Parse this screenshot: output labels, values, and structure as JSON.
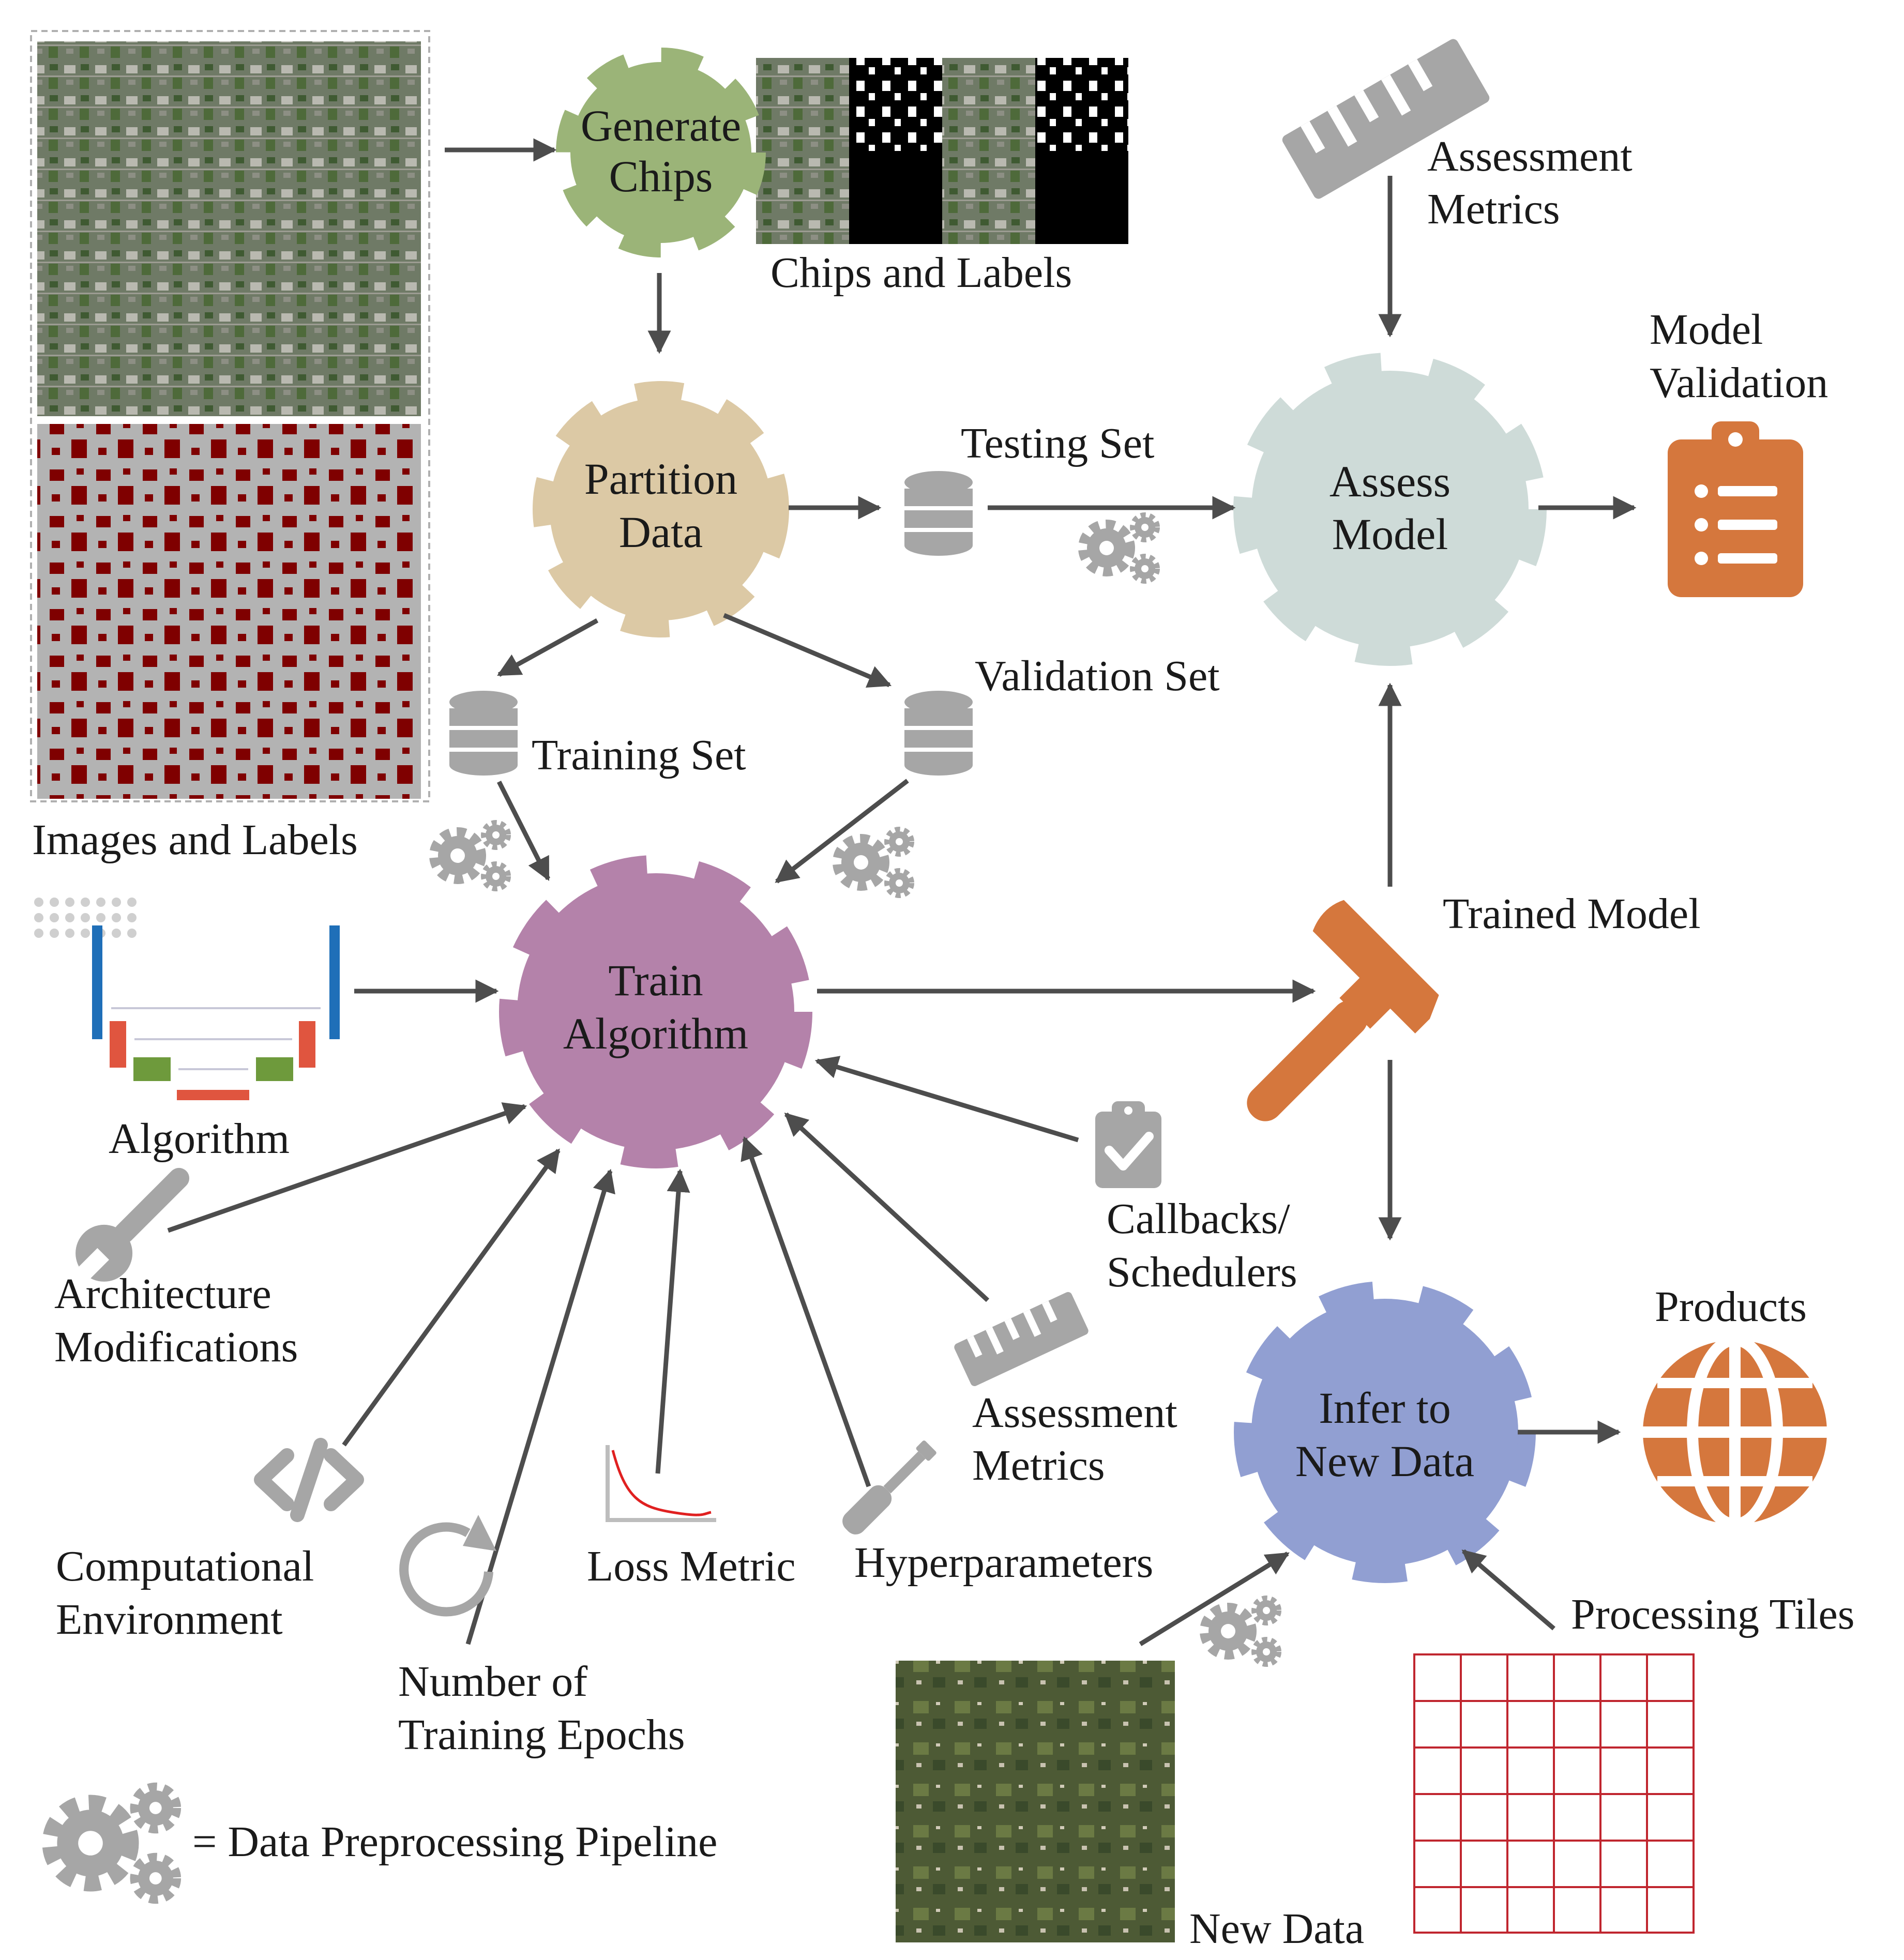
{
  "nodes": {
    "generate_chips": {
      "line1": "Generate",
      "line2": "Chips",
      "color": "#9bb478"
    },
    "partition_data": {
      "line1": "Partition",
      "line2": "Data",
      "color": "#dcc9a5"
    },
    "assess_model": {
      "line1": "Assess",
      "line2": "Model",
      "color": "#cedbd8"
    },
    "train_algorithm": {
      "line1": "Train",
      "line2": "Algorithm",
      "color": "#b482aa"
    },
    "infer_new_data": {
      "line1": "Infer to",
      "line2": "New Data",
      "color": "#919fd2"
    }
  },
  "labels": {
    "chips_and_labels": "Chips and Labels",
    "images_and_labels": "Images and Labels",
    "assessment_metrics_top_1": "Assessment",
    "assessment_metrics_top_2": "Metrics",
    "model_validation_1": "Model",
    "model_validation_2": "Validation",
    "testing_set": "Testing Set",
    "validation_set": "Validation Set",
    "training_set": "Training Set",
    "trained_model": "Trained Model",
    "algorithm": "Algorithm",
    "architecture_1": "Architecture",
    "architecture_2": "Modifications",
    "callbacks_1": "Callbacks/",
    "callbacks_2": "Schedulers",
    "assessment_metrics_bottom_1": "Assessment",
    "assessment_metrics_bottom_2": "Metrics",
    "products": "Products",
    "computational_1": "Computational",
    "computational_2": "Environment",
    "loss_metric": "Loss Metric",
    "hyperparameters": "Hyperparameters",
    "processing_tiles": "Processing Tiles",
    "epochs_1": "Number of",
    "epochs_2": "Training Epochs",
    "legend": "= Data Preprocessing Pipeline",
    "new_data": "New Data"
  },
  "colors": {
    "icon_gray": "#a6a6a6",
    "icon_orange": "#d5773d",
    "label_red": "#7f0000",
    "tile_red": "#c0262f",
    "unet_blue": "#1f6fb8",
    "unet_red": "#e0553f",
    "unet_green": "#6e9a3c"
  },
  "icons": [
    "ruler-icon",
    "clipboard-list-icon",
    "hammer-icon",
    "clipboard-check-icon",
    "globe-icon",
    "wrench-icon",
    "code-icon",
    "refresh-icon",
    "screwdriver-icon",
    "database-icon",
    "gears-icon"
  ]
}
